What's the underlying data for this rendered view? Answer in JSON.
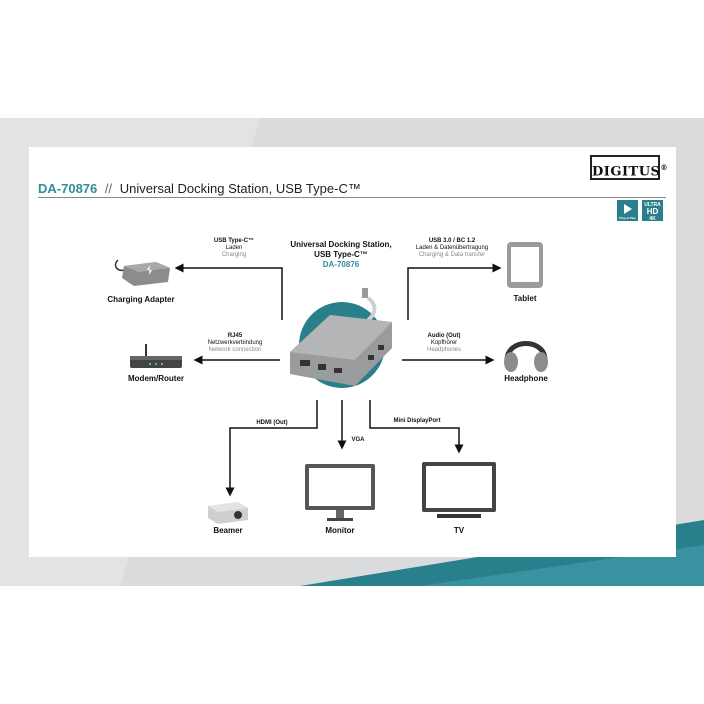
{
  "brand": {
    "logo": "DIGITUS"
  },
  "header": {
    "code": "DA-70876",
    "separator": "//",
    "title": "Universal Docking Station, USB Type-C™"
  },
  "badges": [
    {
      "lines": [
        "Plug & Play"
      ]
    },
    {
      "lines": [
        "ULTRA",
        "HD",
        "4K"
      ]
    }
  ],
  "center": {
    "title_line1": "Universal Docking Station,",
    "title_line2": "USB Type-C™",
    "code": "DA-70876"
  },
  "connections": {
    "usbc": {
      "title": "USB Type-C™",
      "de": "Laden",
      "en": "Charging"
    },
    "usb3": {
      "title": "USB 3.0 / BC 1.2",
      "de": "Laden & Datenübertragung",
      "en": "Charging & Data transfer"
    },
    "rj45": {
      "title": "RJ45",
      "de": "Netzwerkverbindung",
      "en": "Network connection"
    },
    "audio": {
      "title": "Audio (Out)",
      "de": "Kopfhörer",
      "en": "Headphones"
    },
    "hdmi": {
      "title": "HDMI (Out)"
    },
    "vga": {
      "title": "VGA"
    },
    "minidp": {
      "title": "Mini DisplayPort"
    }
  },
  "devices": {
    "charging_adapter": "Charging Adapter",
    "tablet": "Tablet",
    "modem_router": "Modem/Router",
    "headphone": "Headphone",
    "beamer": "Beamer",
    "monitor": "Monitor",
    "tv": "TV"
  },
  "colors": {
    "accent": "#2f8f9a",
    "teal_dark": "#1f6f7a",
    "device_gray": "#8c8c8c"
  }
}
